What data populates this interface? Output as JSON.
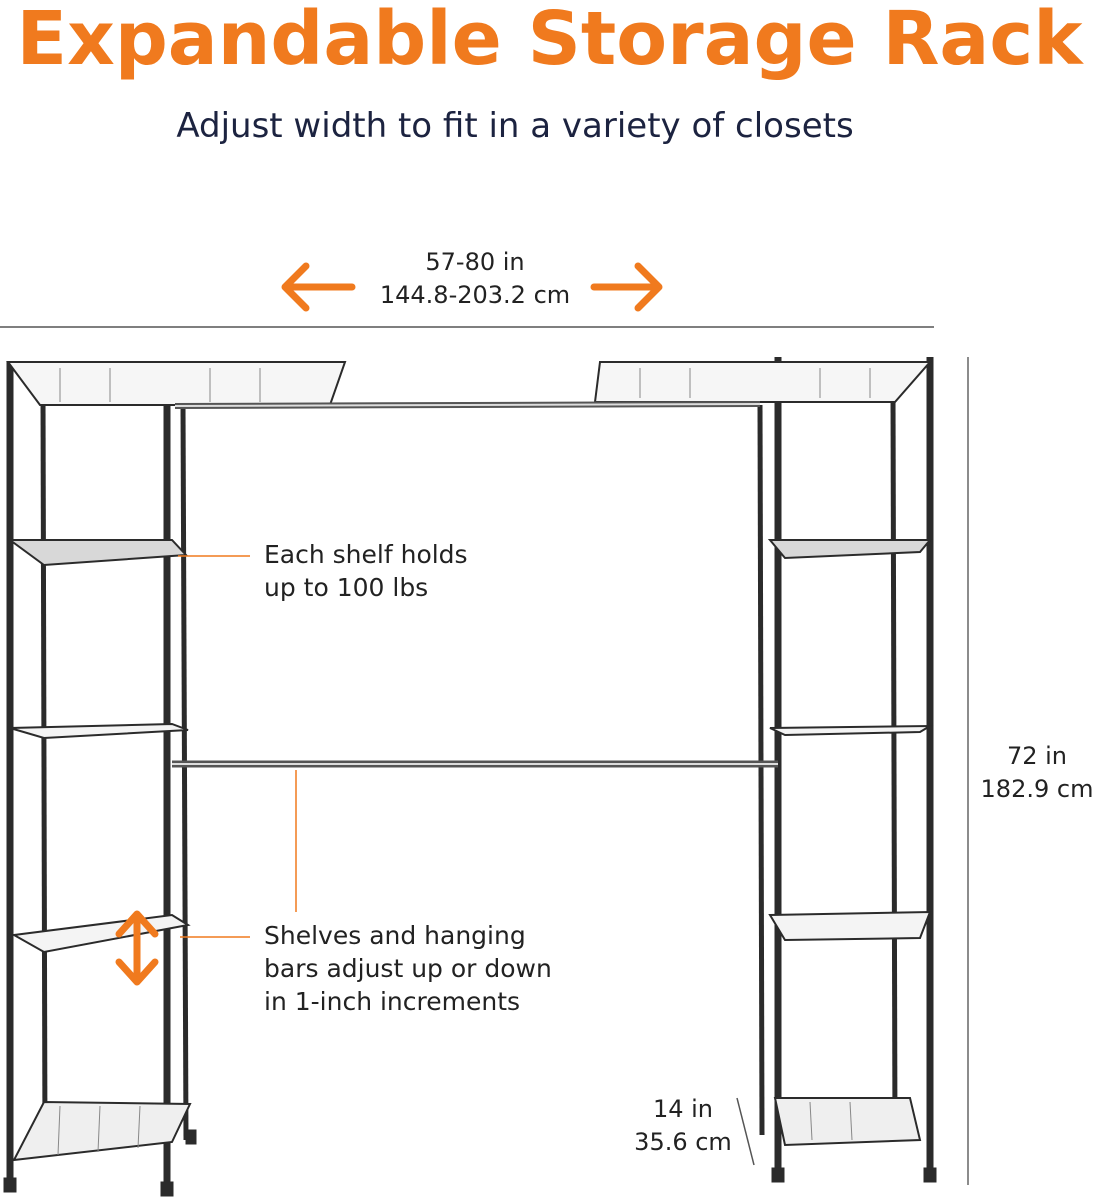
{
  "header": {
    "title": "Expandable Storage Rack",
    "subtitle": "Adjust width to fit in a variety of closets"
  },
  "dimensions": {
    "width_in": "57-80 in",
    "width_cm": "144.8-203.2 cm",
    "height_in": "72 in",
    "height_cm": "182.9 cm",
    "depth_in": "14 in",
    "depth_cm": "35.6 cm"
  },
  "callouts": {
    "shelf_line1": "Each shelf holds",
    "shelf_line2": "up to 100 lbs",
    "adjust_line1": "Shelves and hanging",
    "adjust_line2": "bars adjust up or down",
    "adjust_line3": "in 1-inch increments"
  },
  "colors": {
    "accent": "#f07a1e",
    "text": "#1c2340",
    "frame": "#2b2b2b"
  }
}
